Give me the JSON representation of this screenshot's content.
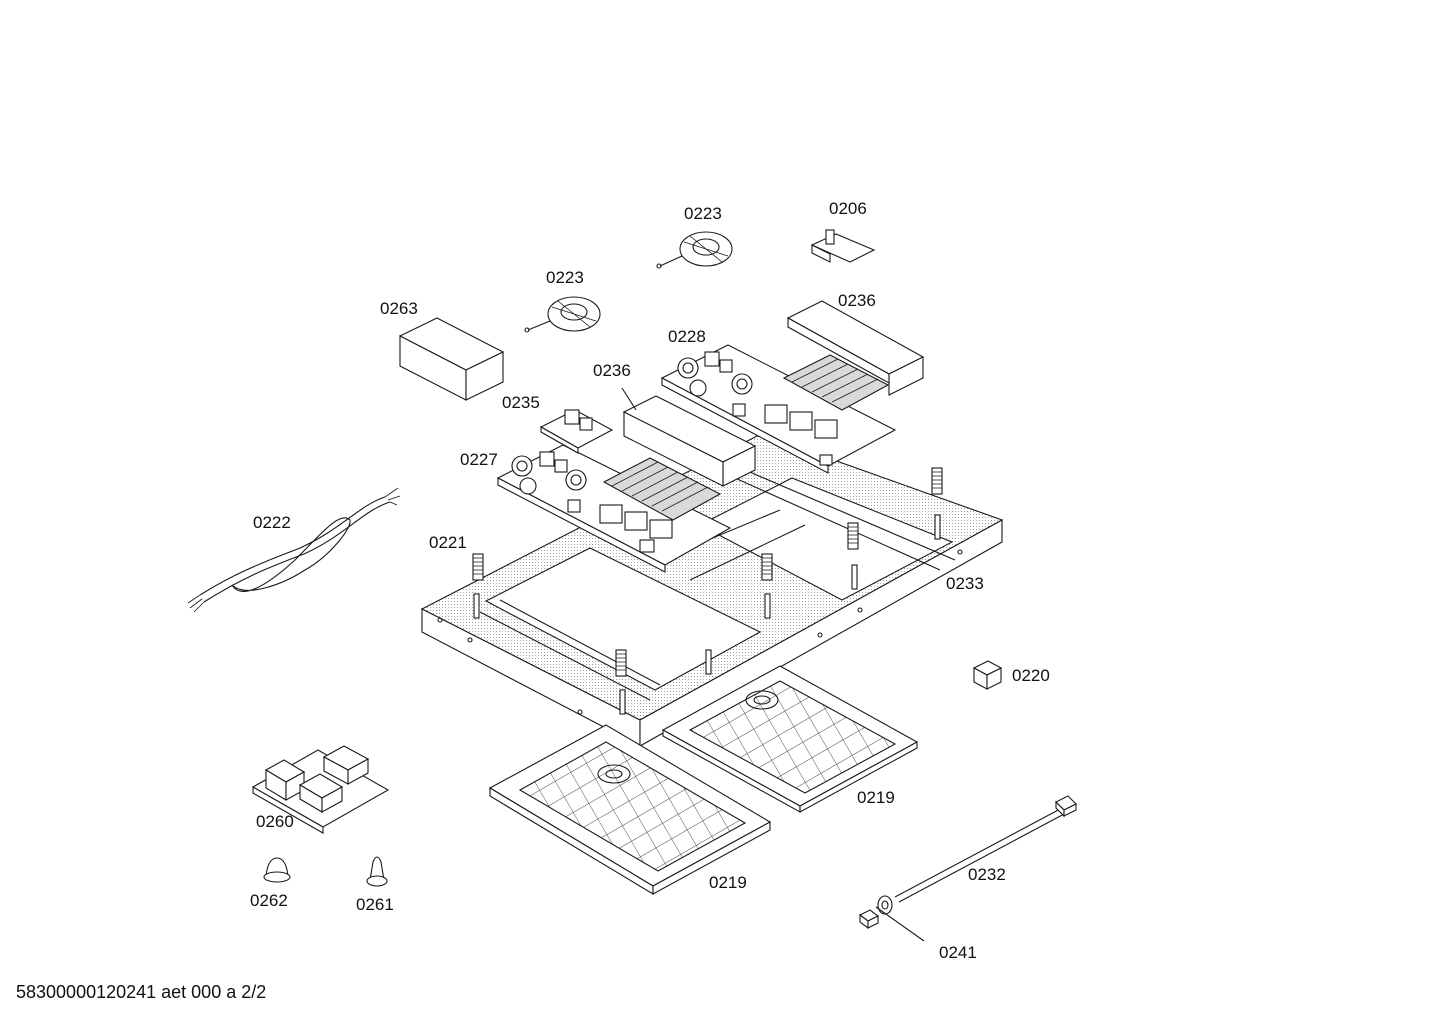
{
  "labels": {
    "p0223a": "0223",
    "p0206": "0206",
    "p0223b": "0223",
    "p0263": "0263",
    "p0236a": "0236",
    "p0228": "0228",
    "p0236b": "0236",
    "p0235": "0235",
    "p0227": "0227",
    "p0222": "0222",
    "p0221": "0221",
    "p0233": "0233",
    "p0220": "0220",
    "p0219a": "0219",
    "p0219b": "0219",
    "p0260": "0260",
    "p0232": "0232",
    "p0262": "0262",
    "p0261": "0261",
    "p0241": "0241"
  },
  "footer": "58300000120241 aet 000 a 2/2"
}
